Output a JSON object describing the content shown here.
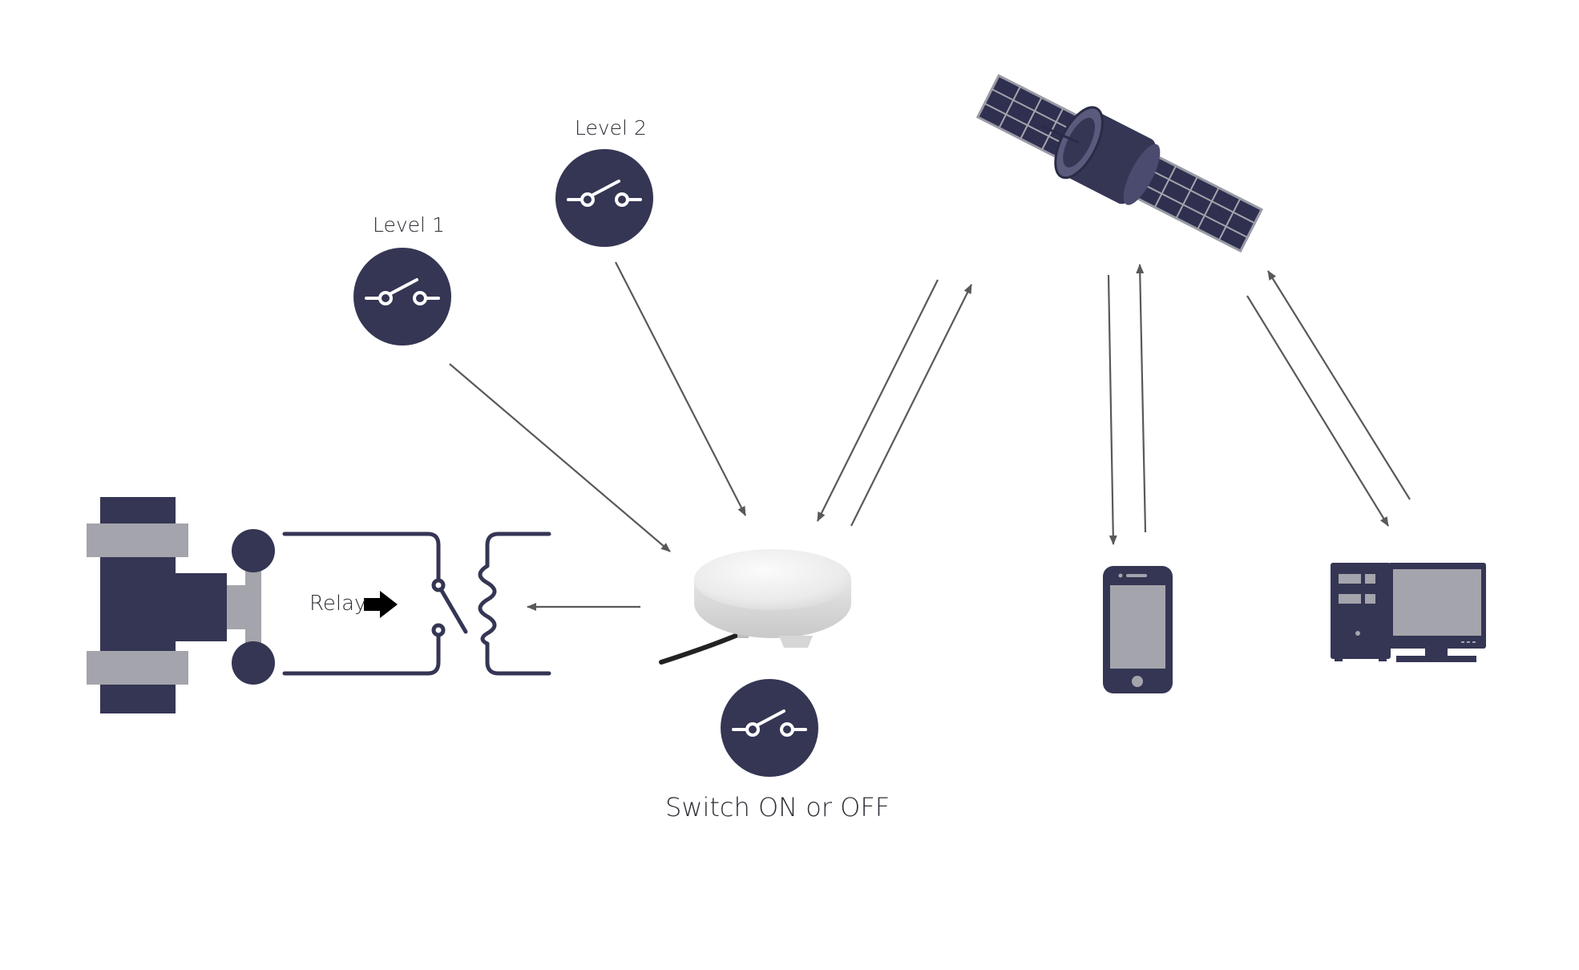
{
  "labels": {
    "level1": "Level 1",
    "level2": "Level 2",
    "relay": "Relay",
    "switch": "Switch ON or OFF"
  },
  "colors": {
    "navy": "#353654",
    "gray": "#a4a4ac",
    "arrow": "#595959",
    "white": "#ffffff"
  },
  "icons": {
    "level1": "switch-icon",
    "level2": "switch-icon",
    "main_switch": "switch-icon",
    "valve": "valve-icon",
    "relay": "relay-icon",
    "sensor": "sensor-device-icon",
    "satellite": "satellite-icon",
    "phone": "smartphone-icon",
    "computer": "desktop-computer-icon"
  }
}
